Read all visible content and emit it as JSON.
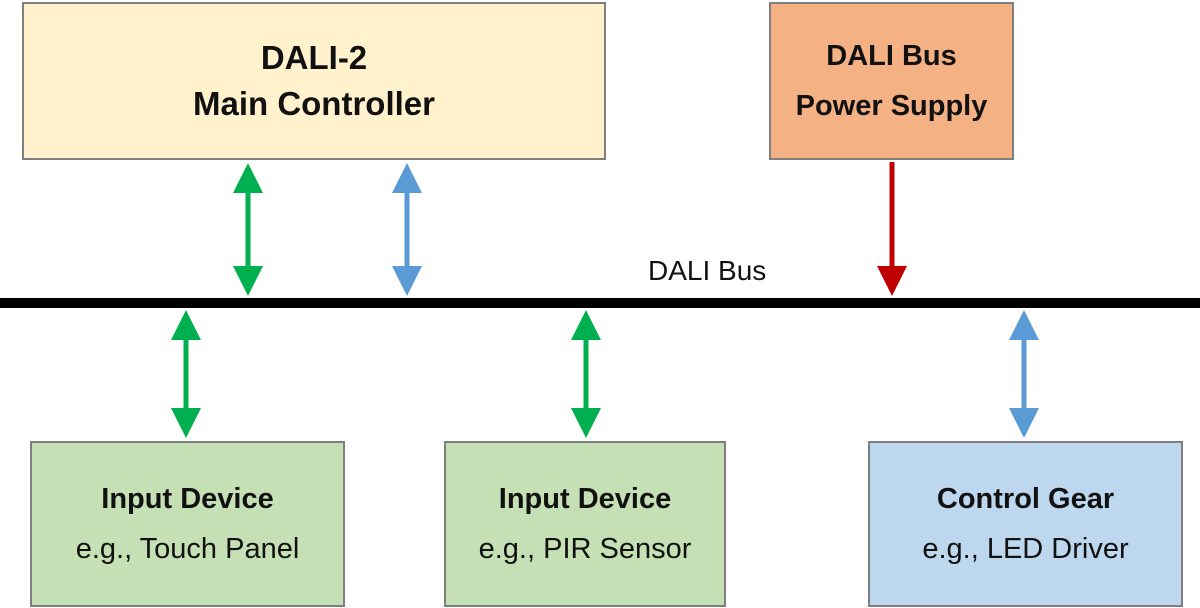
{
  "colors": {
    "bus": "#000000",
    "green_arrow": "#00b050",
    "blue_arrow": "#5b9bd5",
    "red_arrow": "#c00000",
    "main_controller_fill": "#fff2cc",
    "power_supply_fill": "#f4b183",
    "input_device_fill": "#c5e0b4",
    "control_gear_fill": "#bdd7ee",
    "box_border": "#7f7f7f"
  },
  "bus": {
    "label": "DALI Bus"
  },
  "boxes": {
    "main_controller": {
      "line1": "DALI-2",
      "line2": "Main Controller"
    },
    "power_supply": {
      "line1": "DALI Bus",
      "line2": "Power Supply"
    },
    "input_touch": {
      "title": "Input Device",
      "subtitle": "e.g., Touch Panel"
    },
    "input_pir": {
      "title": "Input Device",
      "subtitle": "e.g., PIR Sensor"
    },
    "control_gear": {
      "title": "Control Gear",
      "subtitle": "e.g., LED Driver"
    }
  },
  "connections": [
    {
      "from": "main_controller",
      "to": "bus",
      "direction": "bidirectional",
      "color": "green"
    },
    {
      "from": "main_controller",
      "to": "bus",
      "direction": "bidirectional",
      "color": "blue"
    },
    {
      "from": "power_supply",
      "to": "bus",
      "direction": "to-bus",
      "color": "red"
    },
    {
      "from": "input_touch",
      "to": "bus",
      "direction": "bidirectional",
      "color": "green"
    },
    {
      "from": "input_pir",
      "to": "bus",
      "direction": "bidirectional",
      "color": "green"
    },
    {
      "from": "control_gear",
      "to": "bus",
      "direction": "bidirectional",
      "color": "blue"
    }
  ]
}
